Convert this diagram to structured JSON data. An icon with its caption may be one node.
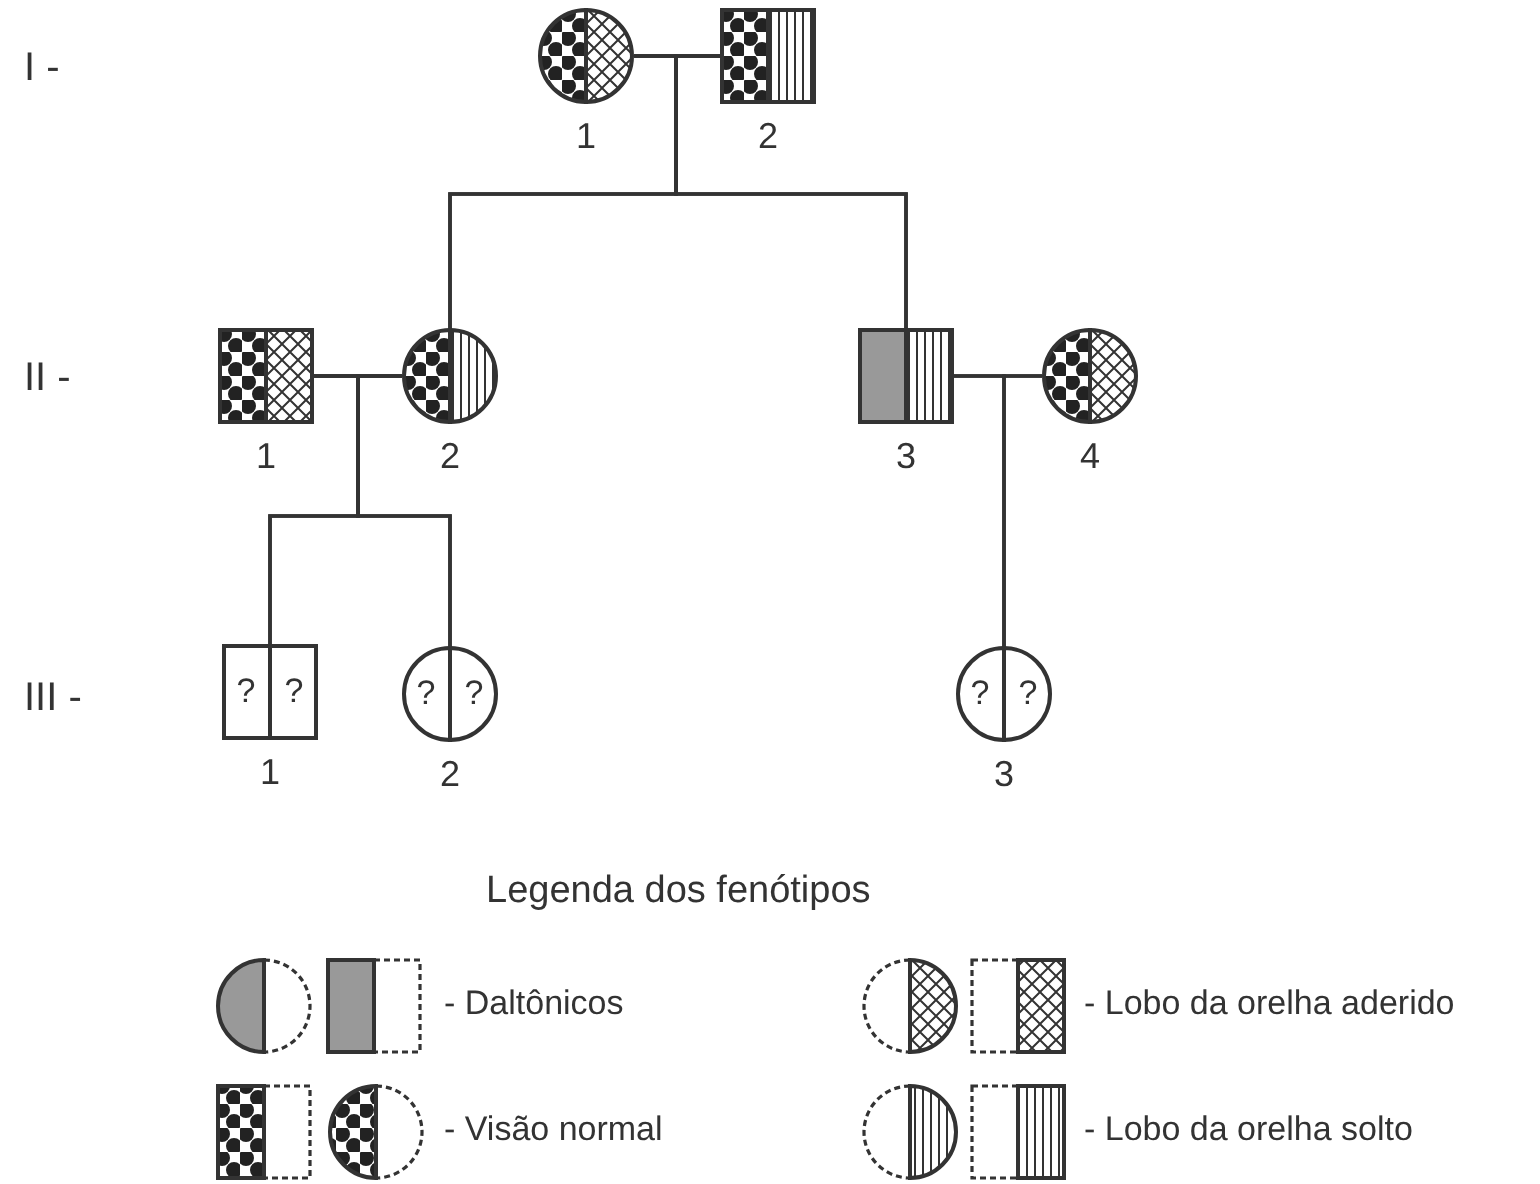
{
  "diagram": {
    "nodes": [
      {
        "text": [],
        "shape": "circle",
        "beside": [
          "1"
        ]
      },
      {
        "text": [],
        "shape": "box",
        "beside": [
          "2"
        ]
      },
      {
        "text": [],
        "shape": "box",
        "beside": [
          "1"
        ]
      },
      {
        "text": [],
        "shape": "circle",
        "beside": [
          "2"
        ]
      },
      {
        "text": [],
        "shape": "box",
        "beside": [
          "3"
        ]
      },
      {
        "text": [],
        "shape": "circle",
        "beside": [
          "4"
        ]
      },
      {
        "text": [
          "?",
          "?"
        ],
        "beside": [
          "1"
        ]
      },
      {
        "text": [
          "?",
          "?"
        ],
        "beside": [
          "2"
        ]
      },
      {
        "text": [
          "?",
          "?"
        ],
        "beside": [
          "3"
        ]
      }
    ],
    "edges": [
      {
        "from": 0,
        "to": 1,
        "arrow": "none"
      },
      {
        "from": 0,
        "to": 3,
        "arrow": "none"
      },
      {
        "from": 1,
        "to": 3,
        "arrow": "none"
      },
      {
        "from": 0,
        "to": 4,
        "arrow": "none"
      },
      {
        "from": 1,
        "to": 4,
        "arrow": "none"
      },
      {
        "from": 2,
        "to": 3,
        "arrow": "none"
      },
      {
        "from": 2,
        "to": 6,
        "arrow": "none"
      },
      {
        "from": 3,
        "to": 6,
        "arrow": "none"
      },
      {
        "from": 2,
        "to": 7,
        "arrow": "none"
      },
      {
        "from": 3,
        "to": 7,
        "arrow": "none"
      },
      {
        "from": 4,
        "to": 5,
        "arrow": "none"
      },
      {
        "from": 4,
        "to": 8,
        "arrow": "none"
      },
      {
        "from": 5,
        "to": 8,
        "arrow": "none"
      }
    ],
    "labels": [
      "I -",
      "II -",
      "III -",
      "Legenda dos fenótipos"
    ],
    "legend": [
      {
        "text": "- Daltônicos"
      },
      {
        "text": "- Lobo da orelha aderido"
      },
      {
        "text": "- Visão normal"
      },
      {
        "text": "- Lobo da orelha solto"
      }
    ]
  }
}
